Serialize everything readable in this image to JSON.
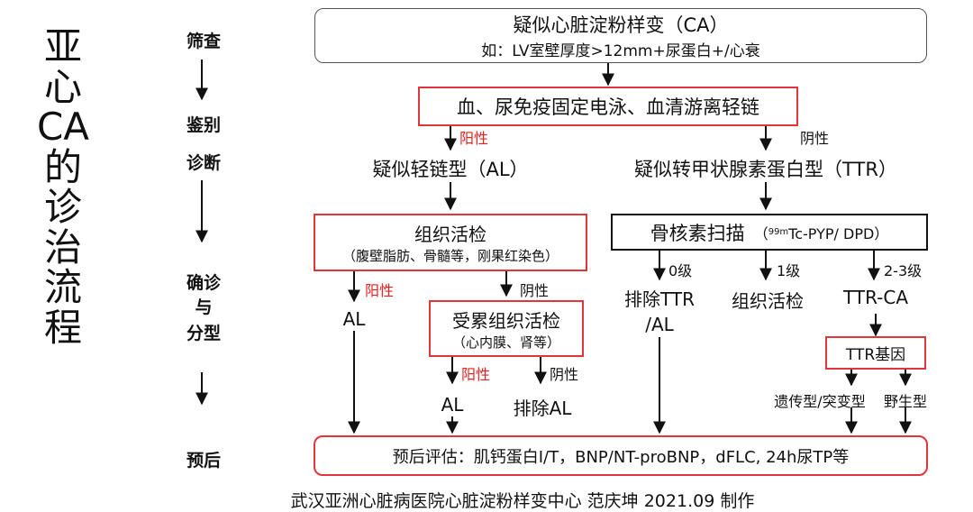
{
  "title_chars": [
    "亚",
    "心",
    "CA",
    "的",
    "诊",
    "治",
    "流",
    "程"
  ],
  "stages": {
    "screening": "筛查",
    "differential_1": "鉴别",
    "differential_2": "诊断",
    "confirm_1": "确诊",
    "confirm_2": "与",
    "confirm_3": "分型",
    "prognosis": "预后"
  },
  "nodes": {
    "suspected_ca": "疑似心脏淀粉样变（CA）",
    "suspected_ca_example": "如：LV室壁厚度>12mm+尿蛋白+/心衰",
    "serum_test": "血、尿免疫固定电泳、血清游离轻链",
    "positive_label": "阳性",
    "negative_label": "阴性",
    "suspected_al": "疑似轻链型（AL）",
    "suspected_ttr": "疑似转甲状腺素蛋白型（TTR）",
    "biopsy": "组织活检",
    "biopsy_detail": "（腹壁脂肪、骨髓等，刚果红染色）",
    "al": "AL",
    "target_biopsy": "受累组织活检",
    "target_biopsy_detail": "（心内膜、肾等）",
    "exclude_al": "排除AL",
    "bone_scan_main": "骨核素扫描",
    "bone_scan_sup": "99m",
    "bone_scan_detail": "Tc-PYP/ DPD）",
    "grade_0": "0级",
    "grade_1": "1级",
    "grade_23": "2-3级",
    "exclude_ttr_al": "排除TTR",
    "exclude_ttr_al_2": "/AL",
    "ttr_ca": "TTR-CA",
    "ttr_gene": "TTR基因",
    "hereditary": "遗传型/突变型",
    "wild_type": "野生型",
    "prognosis_eval": "预后评估：肌钙蛋白I/T，BNP/NT-proBNP，dFLC, 24h尿TP等"
  },
  "footer": "武汉亚洲心脏病医院心脏淀粉样变中心 范庆坤 2021.09 制作",
  "colors": {
    "highlight_red": "#e0353a",
    "positive_text": "#e8201e",
    "box_border_gray": "#555555",
    "text": "#111111"
  }
}
